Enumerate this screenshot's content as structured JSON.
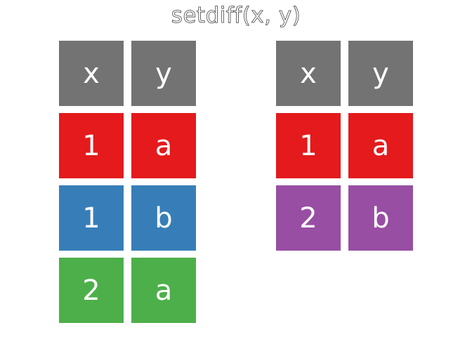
{
  "title": "setdiff(x, y)",
  "colors": {
    "header": "#737373",
    "red": "#e41a1c",
    "blue": "#377eb8",
    "green": "#4daf4a",
    "purple": "#984ea3"
  },
  "tables": [
    {
      "headers": [
        "x",
        "y"
      ],
      "rows": [
        {
          "cells": [
            "1",
            "a"
          ],
          "color": "red"
        },
        {
          "cells": [
            "1",
            "b"
          ],
          "color": "blue"
        },
        {
          "cells": [
            "2",
            "a"
          ],
          "color": "green"
        }
      ]
    },
    {
      "headers": [
        "x",
        "y"
      ],
      "rows": [
        {
          "cells": [
            "1",
            "a"
          ],
          "color": "red"
        },
        {
          "cells": [
            "2",
            "b"
          ],
          "color": "purple"
        }
      ]
    }
  ]
}
